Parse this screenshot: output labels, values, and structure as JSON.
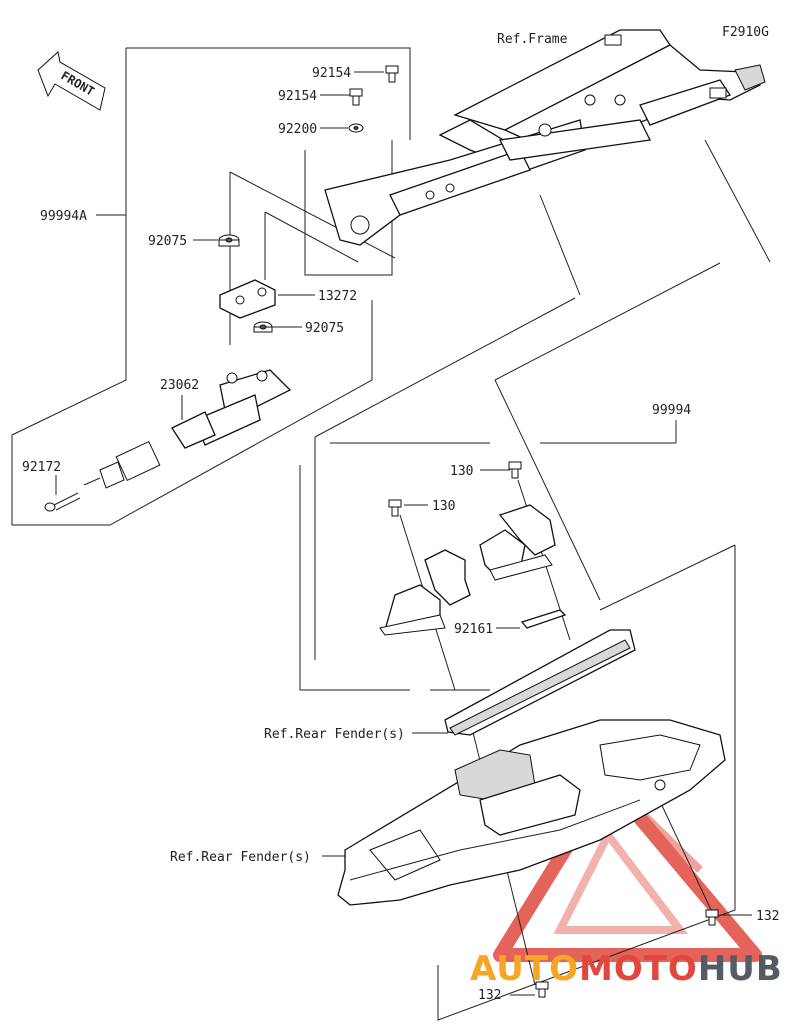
{
  "diagram": {
    "figure_code": "F2910G",
    "front_label": "FRONT",
    "refs": {
      "frame": "Ref.Frame",
      "rear_fender_1": "Ref.Rear Fender(s)",
      "rear_fender_2": "Ref.Rear Fender(s)"
    },
    "parts": {
      "p92154a": "92154",
      "p92154b": "92154",
      "p92200": "92200",
      "p99994a": "99994A",
      "p92075a": "92075",
      "p13272": "13272",
      "p92075b": "92075",
      "p23062": "23062",
      "p92172": "92172",
      "p99994": "99994",
      "p130a": "130",
      "p130b": "130",
      "p92161": "92161",
      "p132a": "132",
      "p132b": "132"
    }
  },
  "watermark": {
    "part1": "AUTO",
    "part2": "MOTO",
    "part3": "HUB",
    "colors": {
      "orange": "#f5a623",
      "red": "#e0483e",
      "gray": "#555b63"
    }
  }
}
